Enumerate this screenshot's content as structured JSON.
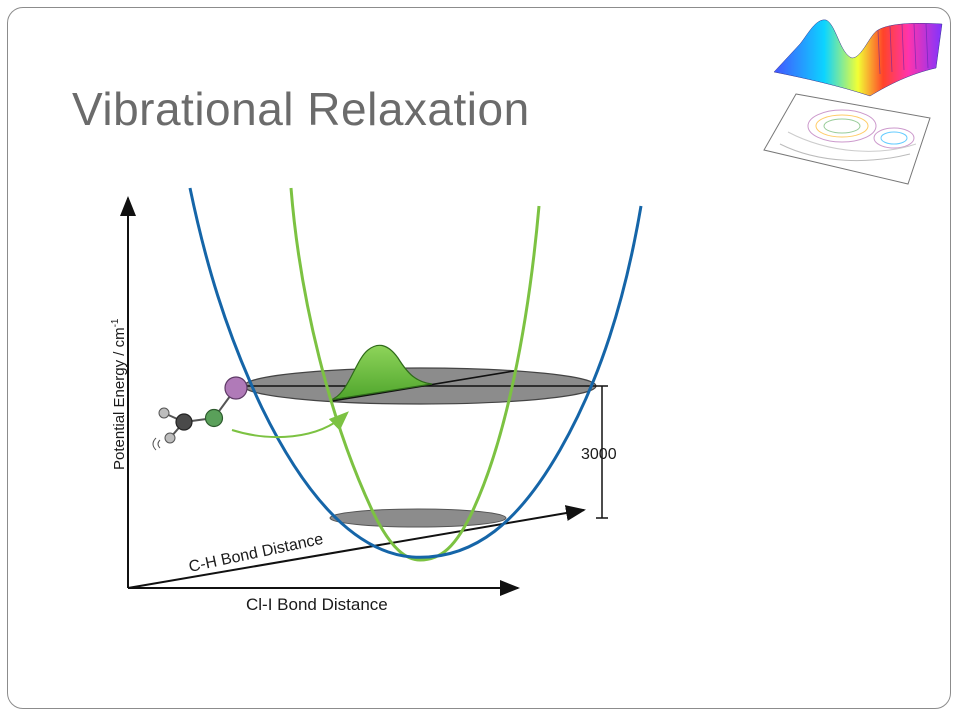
{
  "slide": {
    "title": "Vibrational Relaxation"
  },
  "diagram": {
    "y_axis_label": "Potential Energy / cm",
    "y_axis_label_superscript": "-1",
    "x_axis_label": "Cl-I Bond Distance",
    "z_axis_label": "C-H Bond Distance",
    "energy_gap_label": "3000",
    "colors": {
      "cl_i_well": "#1565a8",
      "c_h_well": "#7cc242",
      "level_disk": "#8c8c8c",
      "wavepacket": "#6cbf3a",
      "molecule_iodine": "#b07ab8",
      "molecule_carbon": "#4a4a4a",
      "molecule_chlorine": "#5aa05a",
      "molecule_hydrogen": "#bdbdbd"
    }
  },
  "logo": {
    "name": "potential-energy-surface-logo"
  }
}
